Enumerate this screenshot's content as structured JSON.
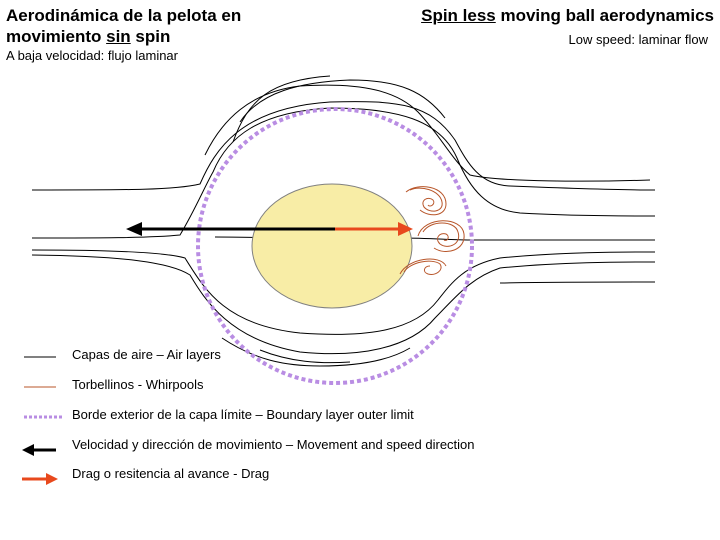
{
  "header": {
    "title_es": {
      "part1": "Aerodinámica de la pelota en movimiento ",
      "underlined": "sin",
      "part2": " spin"
    },
    "title_en": {
      "underlined": "Spin less",
      "rest": " moving ball aerodynamics"
    },
    "subtitle_en": "Low speed: laminar flow",
    "subtitle_es": "A baja velocidad: flujo laminar"
  },
  "colors": {
    "ball_fill": "#f8eda6",
    "ball_stroke": "#808080",
    "air_layer": "#000000",
    "whirlpool": "#b8562a",
    "boundary": "#b98de3",
    "velocity_arrow": "#000000",
    "drag_arrow": "#e8491d"
  },
  "legend": [
    {
      "symbol": "air-layer",
      "label": "Capas de aire – Air layers"
    },
    {
      "symbol": "whirlpool",
      "label": "Torbellinos - Whirpools"
    },
    {
      "symbol": "boundary",
      "label": "Borde exterior de la capa límite – Boundary layer outer limit"
    },
    {
      "symbol": "velocity-arrow",
      "label": "Velocidad y dirección de movimiento – Movement and speed direction"
    },
    {
      "symbol": "drag-arrow",
      "label": "Drag o resitencia al avance - Drag"
    }
  ]
}
